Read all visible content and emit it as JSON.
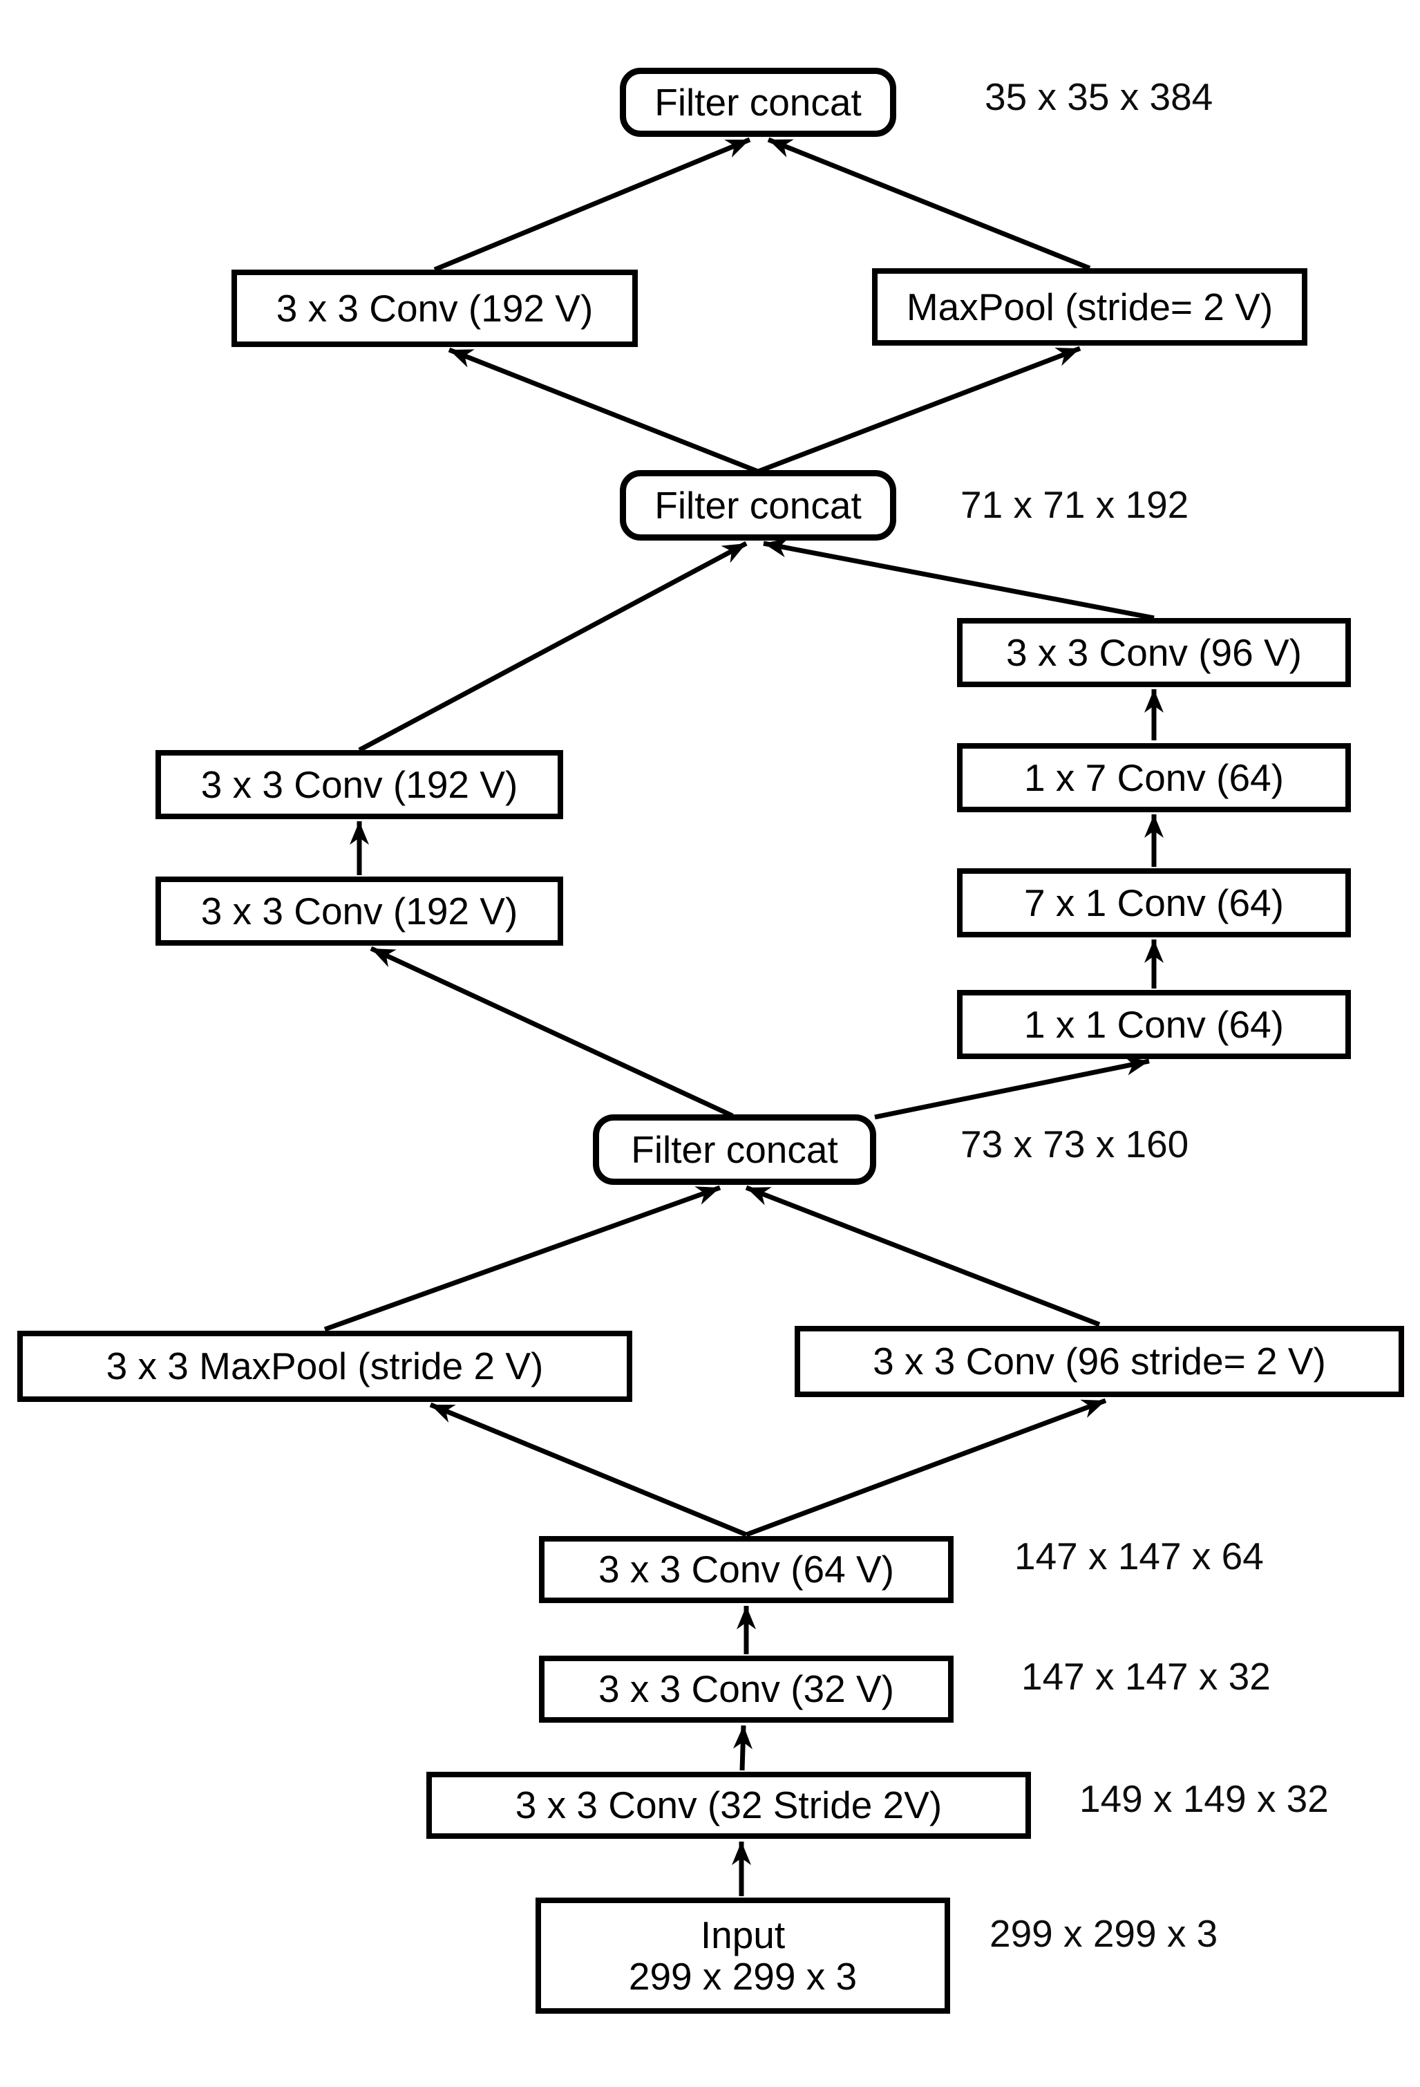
{
  "colors": {
    "ink": "#000000",
    "background": "#ffffff"
  },
  "diagram_type": "neural-network-architecture",
  "nodes": {
    "filter_concat_top": "Filter concat",
    "conv192_top_left": "3 x 3 Conv (192 V)",
    "maxpool_top_right": "MaxPool (stride= 2 V)",
    "filter_concat_mid": "Filter concat",
    "conv96v": "3 x 3 Conv (96 V)",
    "conv1x7": "1 x 7 Conv (64)",
    "conv7x1": "7 x 1 Conv (64)",
    "conv1x1": "1 x 1 Conv (64)",
    "conv192_left_upper": "3 x 3 Conv (192 V)",
    "conv192_left_lower": "3 x 3 Conv (192 V)",
    "filter_concat_low": "Filter concat",
    "maxpool_low_left": "3 x 3 MaxPool (stride 2 V)",
    "conv96_stride2": "3 x 3 Conv (96 stride= 2 V)",
    "conv64v": "3 x 3 Conv (64 V)",
    "conv32v": "3 x 3 Conv (32 V)",
    "conv32_stride2": "3 x 3 Conv (32 Stride 2V)",
    "input_title": "Input",
    "input_dims": "299 x 299 x 3"
  },
  "annotations": {
    "dim_top": "35 x 35 x 384",
    "dim_mid": "71 x 71 x 192",
    "dim_low": "73 x 73 x 160",
    "dim_conv64v": "147 x 147 x 64",
    "dim_conv32v": "147 x 147 x 32",
    "dim_conv32_stride2": "149 x 149 x 32",
    "dim_input": "299 x 299 x 3"
  },
  "edges": [
    {
      "from": "conv192-top-left",
      "to": "filter-concat-top"
    },
    {
      "from": "maxpool-top-right",
      "to": "filter-concat-top"
    },
    {
      "from": "filter-concat-mid",
      "to": "conv192-top-left"
    },
    {
      "from": "filter-concat-mid",
      "to": "maxpool-top-right"
    },
    {
      "from": "conv192-left-upper",
      "to": "filter-concat-mid"
    },
    {
      "from": "conv96v",
      "to": "filter-concat-mid"
    },
    {
      "from": "conv1x7",
      "to": "conv96v"
    },
    {
      "from": "conv7x1",
      "to": "conv1x7"
    },
    {
      "from": "conv1x1",
      "to": "conv7x1"
    },
    {
      "from": "conv192-left-lower",
      "to": "conv192-left-upper"
    },
    {
      "from": "filter-concat-low",
      "to": "conv192-left-lower"
    },
    {
      "from": "filter-concat-low",
      "to": "conv1x1"
    },
    {
      "from": "maxpool-low-left",
      "to": "filter-concat-low"
    },
    {
      "from": "conv96-stride2",
      "to": "filter-concat-low"
    },
    {
      "from": "conv64v",
      "to": "maxpool-low-left"
    },
    {
      "from": "conv64v",
      "to": "conv96-stride2"
    },
    {
      "from": "conv32v",
      "to": "conv64v"
    },
    {
      "from": "conv32-stride2",
      "to": "conv32v"
    },
    {
      "from": "input",
      "to": "conv32-stride2"
    }
  ]
}
